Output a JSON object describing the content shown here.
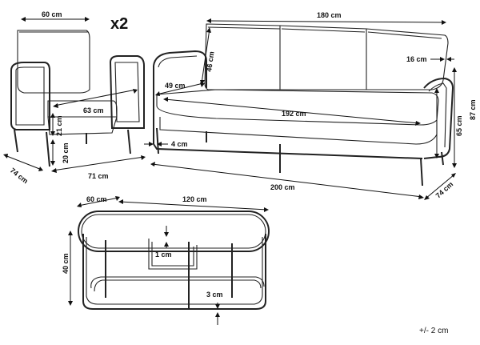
{
  "armchair": {
    "quantity_label": "x2",
    "width_top": "60 cm",
    "depth": "74 cm",
    "width_base": "71 cm",
    "seat_width": "63 cm",
    "seat_height_from_floor": "20 cm",
    "seat_to_arm": "21 cm"
  },
  "sofa": {
    "total_width_top": "180 cm",
    "back_height": "46 cm",
    "seat_depth": "49 cm",
    "arm_width": "16 cm",
    "seat_width": "192 cm",
    "leg_gap": "4 cm",
    "total_width": "200 cm",
    "depth": "74 cm",
    "seat_height": "65 cm",
    "total_height": "87 cm"
  },
  "table": {
    "depth": "60 cm",
    "width": "120 cm",
    "height": "40 cm",
    "top_thickness": "1 cm",
    "shelf_thickness": "3 cm"
  },
  "tolerance": "+/- 2 cm"
}
